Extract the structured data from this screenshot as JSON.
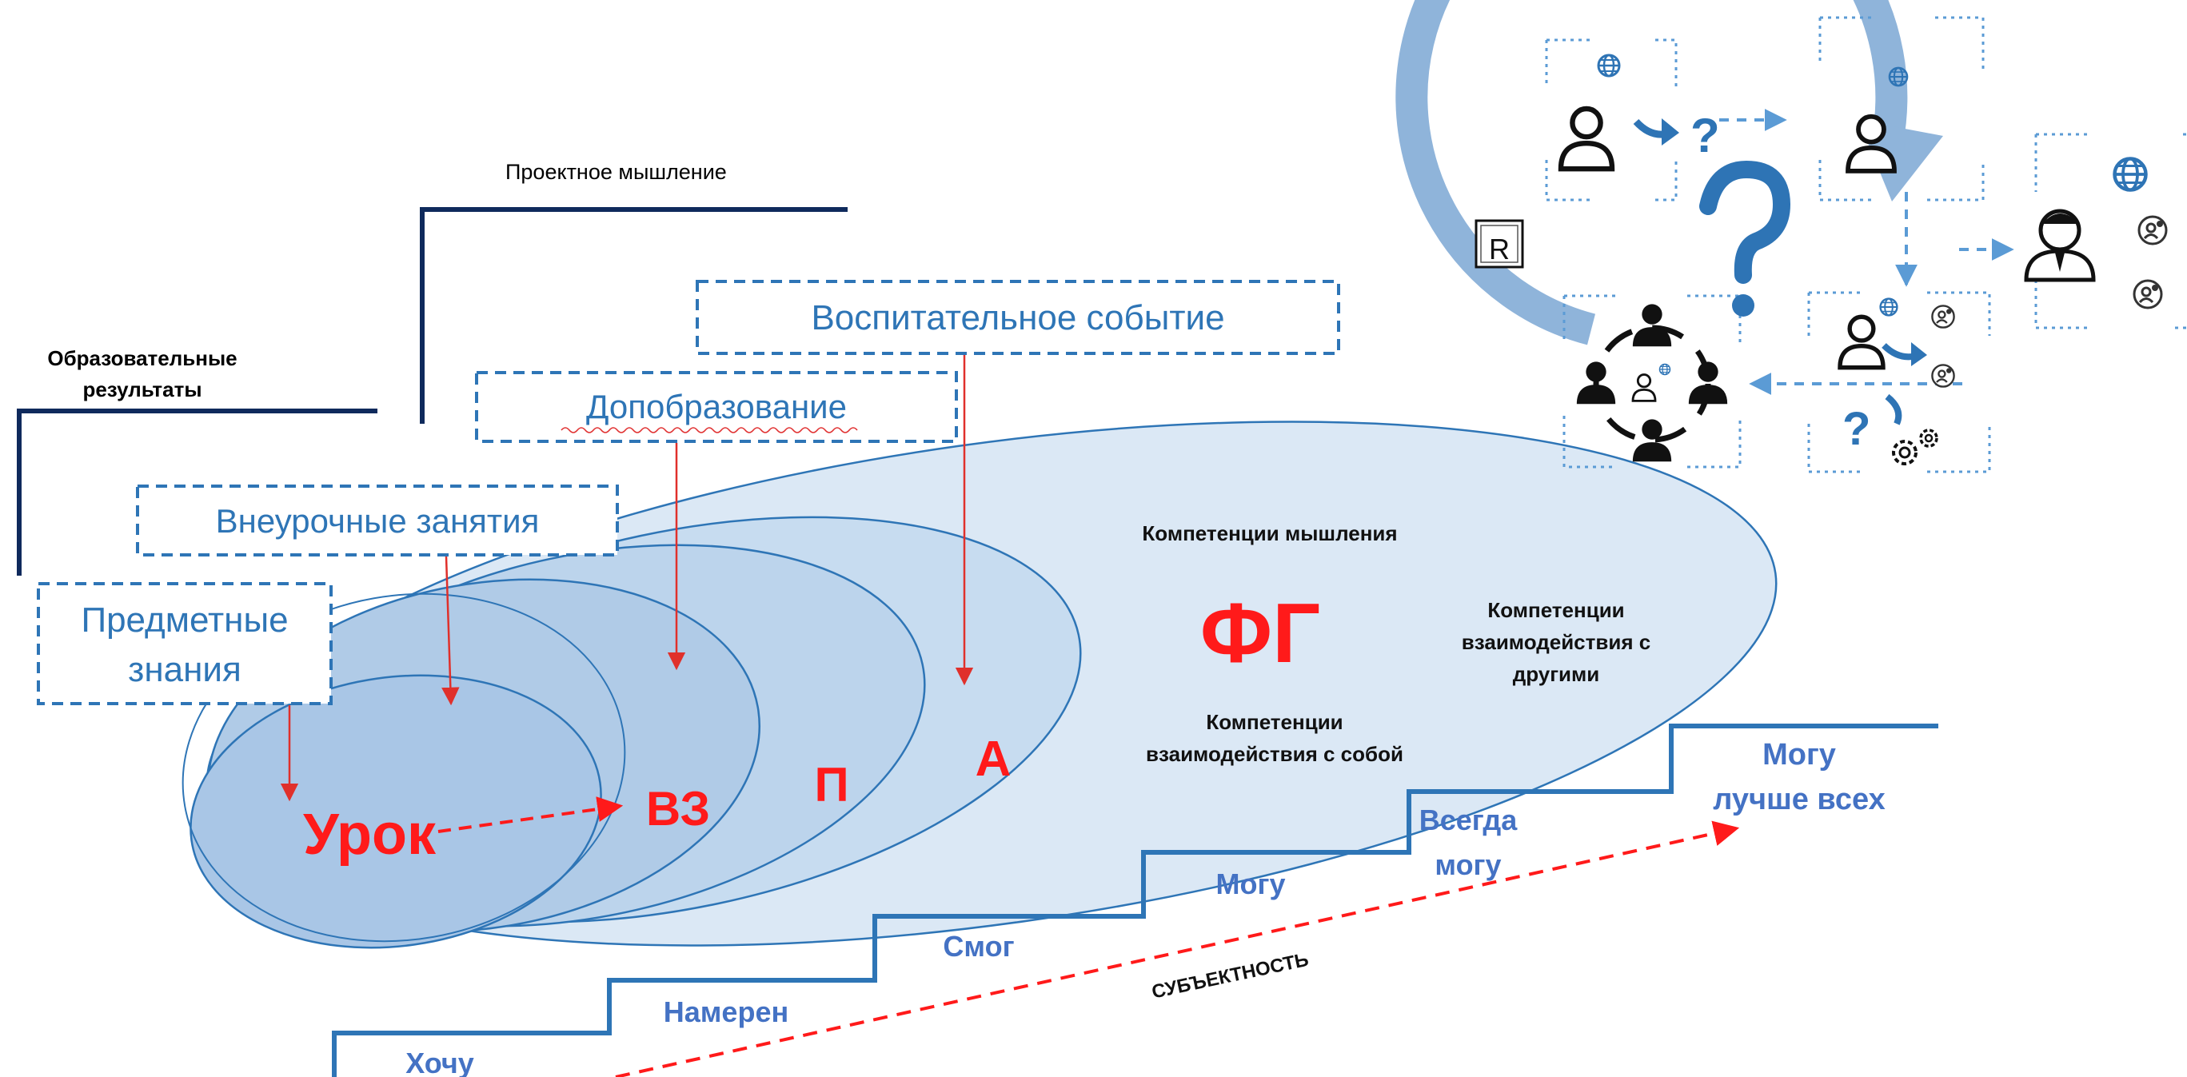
{
  "headers": {
    "project_thinking": "Проектное мышление",
    "edu_results_line1": "Образовательные",
    "edu_results_line2": "результаты"
  },
  "boxes": {
    "subject_knowledge_line1": "Предметные",
    "subject_knowledge_line2": "знания",
    "extracurricular": "Внеурочные занятия",
    "additional_education": "Допобразование",
    "educational_event": "Воспитательное событие"
  },
  "ellipses": {
    "lesson": "Урок",
    "vz": "ВЗ",
    "p": "П",
    "a": "А",
    "fg": "ФГ"
  },
  "competencies": {
    "thinking": "Компетенции мышления",
    "self_line1": "Компетенции",
    "self_line2": "взаимодействия с собой",
    "others_line1": "Компетенции",
    "others_line2": "взаимодействия с",
    "others_line3": "другими"
  },
  "steps": {
    "want": "Хочу",
    "intend": "Намерен",
    "managed": "Смог",
    "can": "Могу",
    "always_line1": "Всегда",
    "always_line2": "могу",
    "best_line1": "Могу",
    "best_line2": "лучше всех"
  },
  "subjectness": "СУБЪЕКТНОСТЬ",
  "illustration": {
    "r_label": "R"
  },
  "colors": {
    "accent_red": "#ff1a1a",
    "navy": "#0f2a5c",
    "box_blue": "#2e75b6",
    "step_text": "#4472c4",
    "cycle_blue": "#8fb4da",
    "icon_blue": "#2e74b5"
  }
}
